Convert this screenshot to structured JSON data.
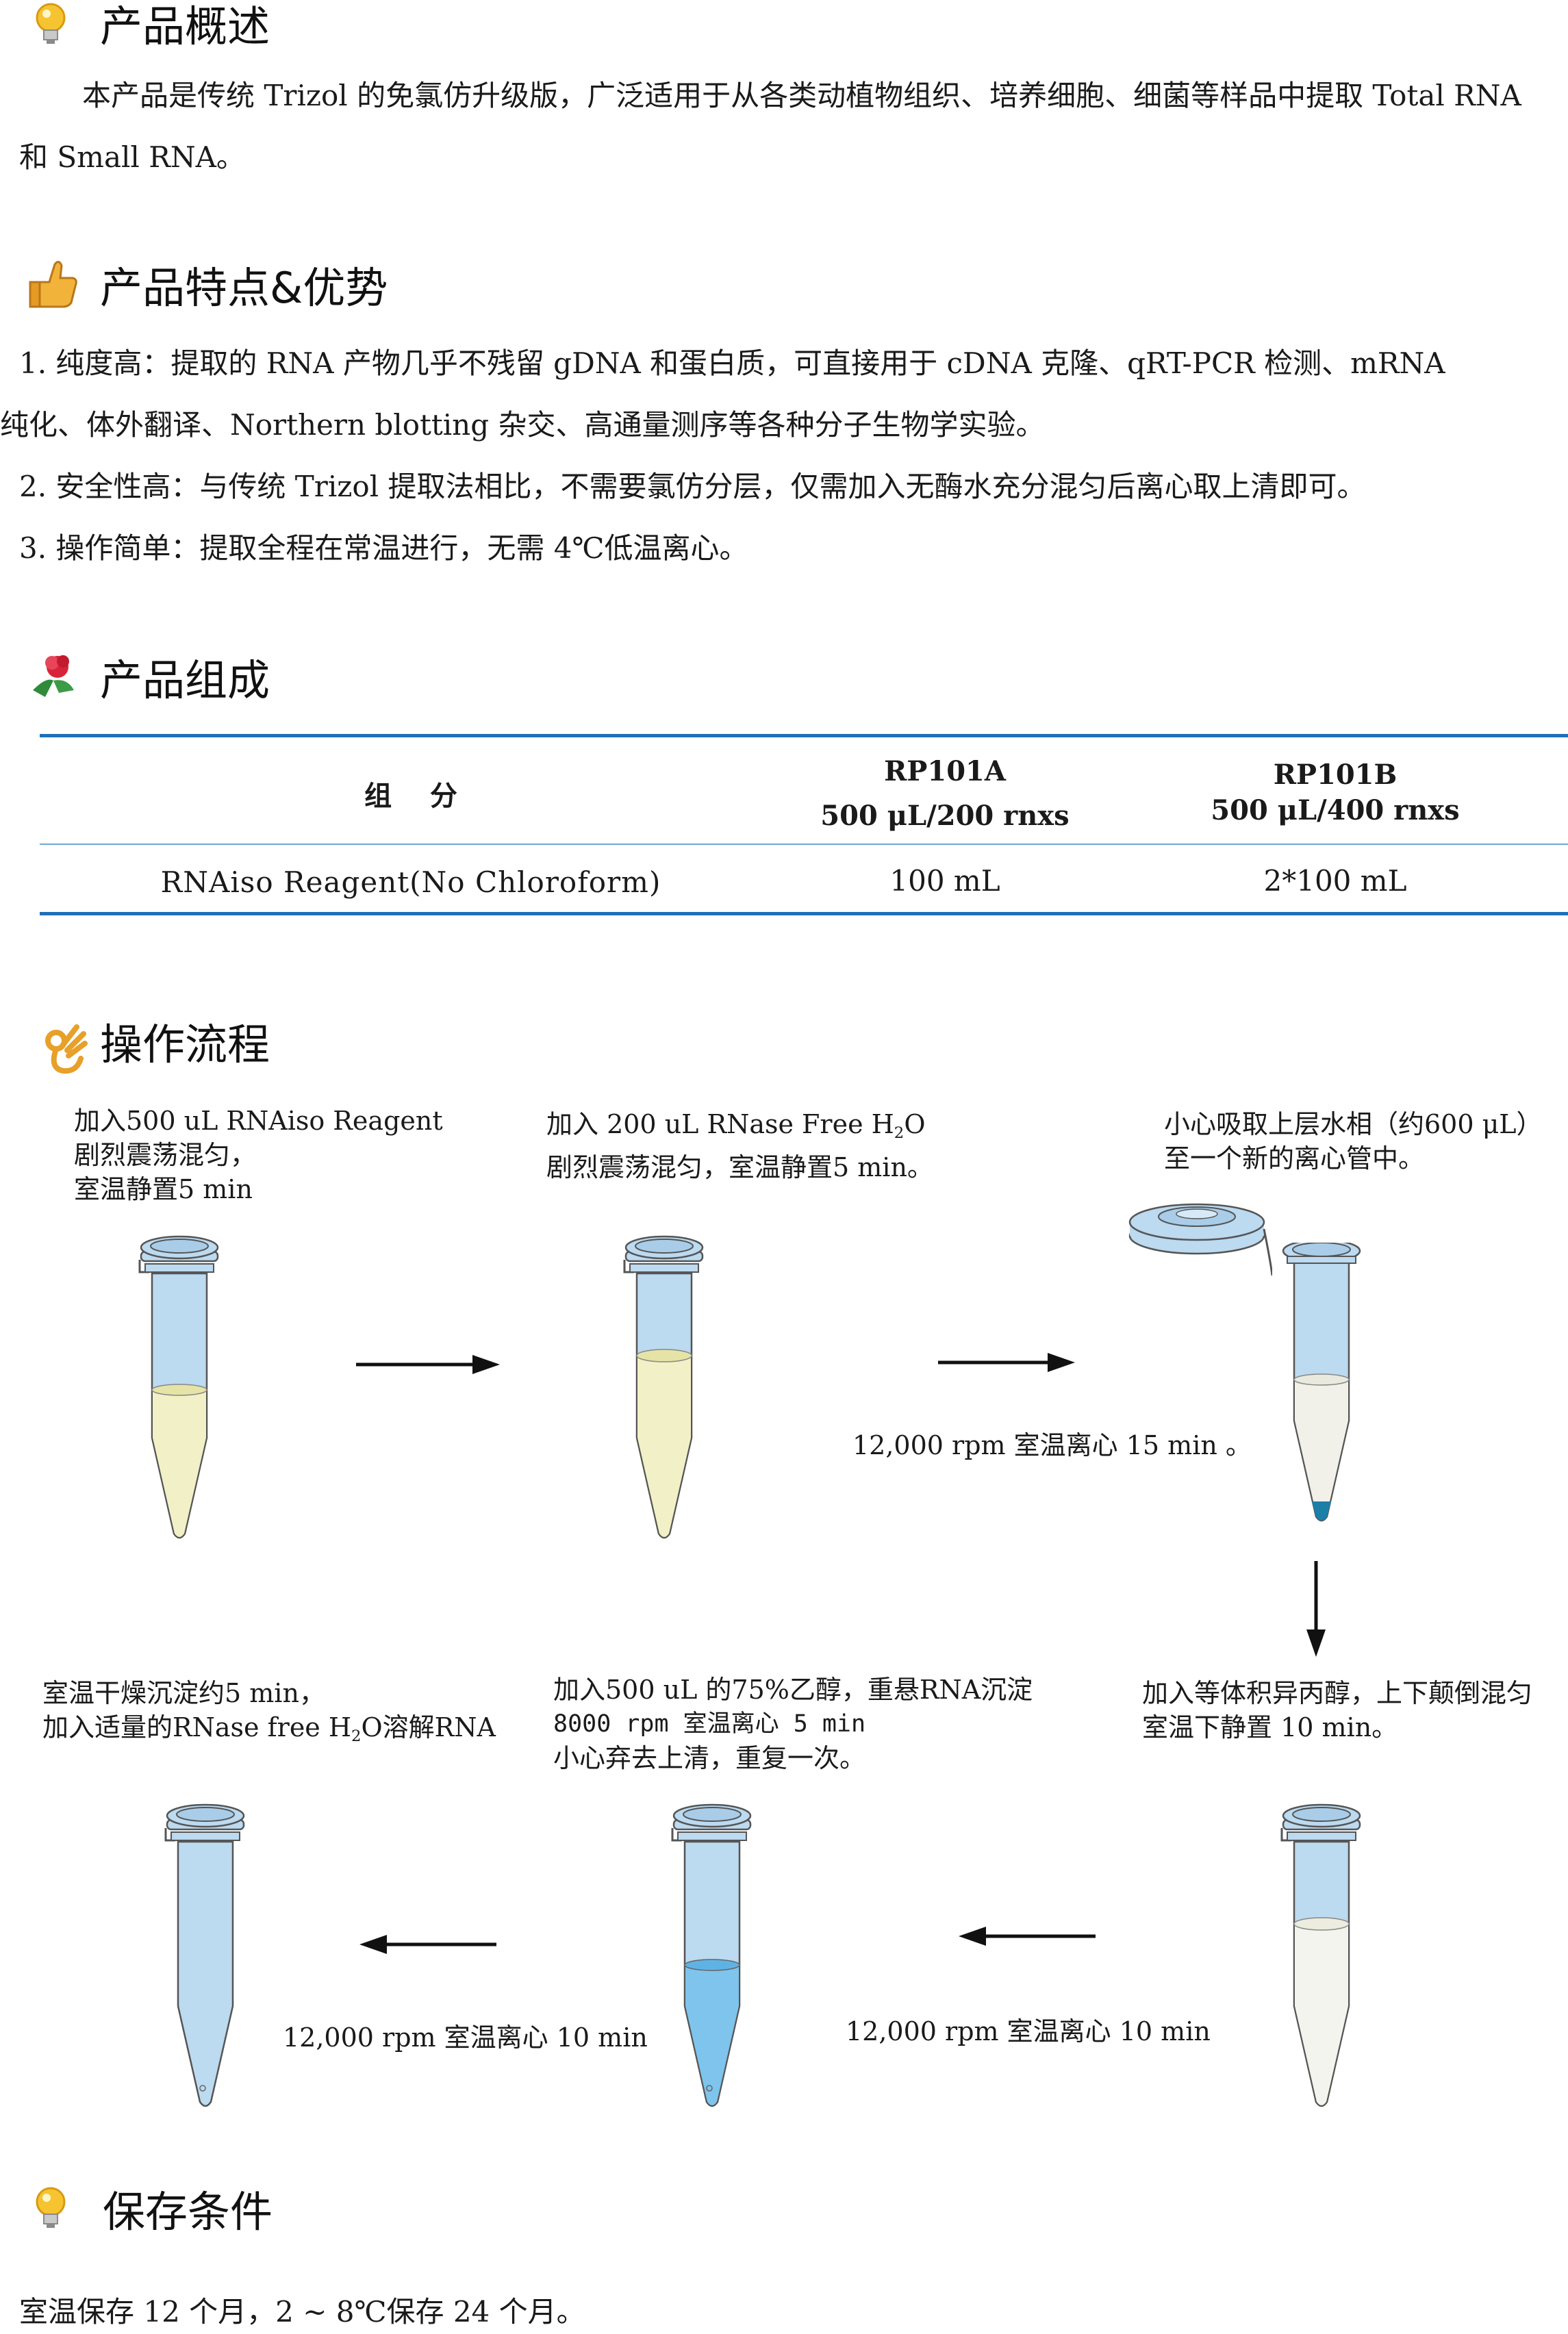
{
  "sections": {
    "overview": {
      "title": "产品概述",
      "icon": "lightbulb-icon",
      "text": "本产品是传统 Trizol 的免氯仿升级版，广泛适用于从各类动植物组织、培养细胞、细菌等样品中提取 Total RNA 和 Small RNA。"
    },
    "features": {
      "title": "产品特点&优势",
      "icon": "thumbs-up-icon",
      "item1_line1": "1.  纯度高：提取的 RNA 产物几乎不残留 gDNA 和蛋白质，可直接用于 cDNA 克隆、qRT-PCR 检测、mRNA",
      "item1_line2": "纯化、体外翻译、Northern blotting  杂交、高通量测序等各种分子生物学实验。",
      "item2": "2.  安全性高：与传统 Trizol 提取法相比，不需要氯仿分层，仅需加入无酶水充分混匀后离心取上清即可。",
      "item3": "3.  操作简单：提取全程在常温进行，无需 4℃低温离心。"
    },
    "composition": {
      "title": "产品组成",
      "icon": "flower-icon",
      "header_component": "组    分",
      "header_a_code": "RP101A",
      "header_a_spec": "500 μL/200 rnxs",
      "header_b_code": "RP101B",
      "header_b_spec": "500 μL/400 rnxs",
      "row_name": "RNAiso Reagent(No Chloroform)",
      "row_a": "100 mL",
      "row_b": "2*100 mL"
    },
    "workflow": {
      "title": "操作流程",
      "icon": "ok-hand-icon",
      "step1": [
        "加入500 uL RNAiso Reagent",
        "剧烈震荡混匀，",
        "室温静置5 min"
      ],
      "step2_line1_a": "加入 200 uL RNase Free H",
      "step2_line1_sub": "2",
      "step2_line1_b": "O",
      "step2_line2": "剧烈震荡混匀，室温静置5 min。",
      "step3": [
        "小心吸取上层水相（约600 μL）",
        "至一个新的离心管中。"
      ],
      "centrifuge1": "12,000 rpm 室温离心 15 min 。",
      "step4": [
        "加入等体积异丙醇，上下颠倒混匀",
        "室温下静置 10 min。"
      ],
      "centrifuge2": "12,000 rpm 室温离心 10 min",
      "step5": [
        "加入500  uL  的75%乙醇，重悬RNA沉淀",
        "8000  rpm  室温离心  5  min",
        "小心弃去上清，重复一次。"
      ],
      "centrifuge3": "12,000 rpm 室温离心 10 min",
      "step6_line1": "室温干燥沉淀约5 min，",
      "step6_line2_a": "加入适量的RNase free H",
      "step6_line2_sub": "2",
      "step6_line2_b": "O溶解RNA"
    },
    "storage": {
      "title": "保存条件",
      "icon": "lightbulb-icon",
      "text": "室温保存 12 个月，2 ~ 8℃保存 24 个月。"
    }
  },
  "colors": {
    "table_rule": "#1f6fb8",
    "tube_blue": "#bcdaf0",
    "tube_outline": "#555555",
    "yellow_liquid": "#f2f0c6",
    "pale_liquid": "#f1f1ea",
    "blue_liquid": "#7ec4ec",
    "pellet": "#1b7fa8"
  }
}
